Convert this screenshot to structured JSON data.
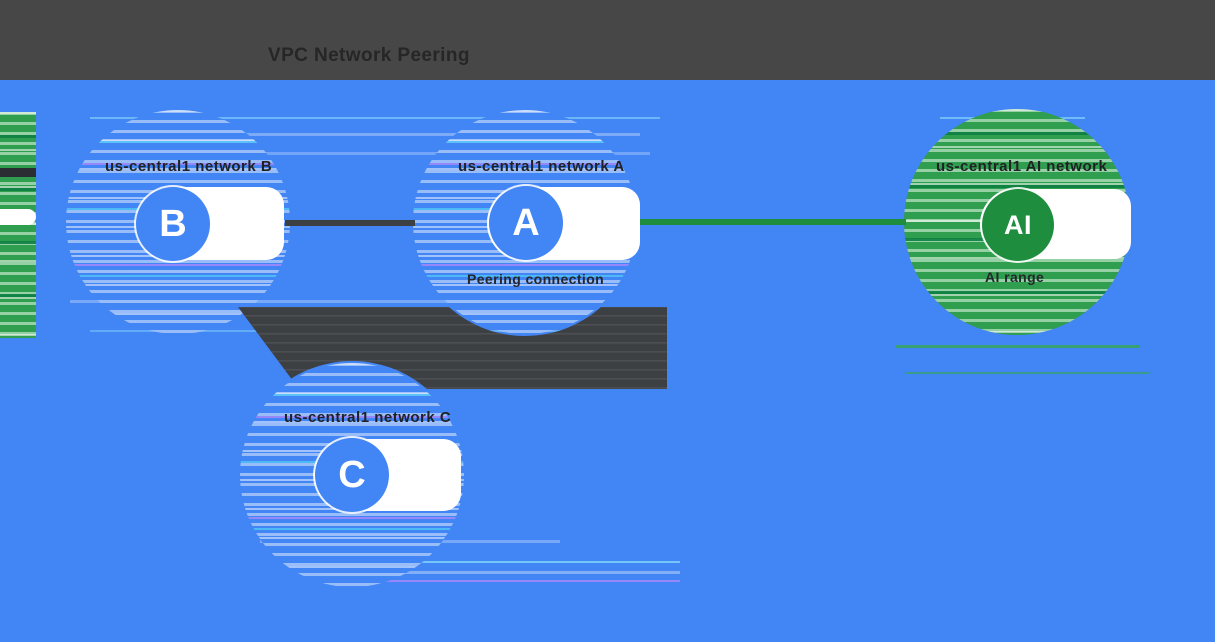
{
  "header": {
    "title": "VPC Network Peering"
  },
  "colors": {
    "background": "#4285f4",
    "header_bar": "#474747",
    "title_text": "#262626",
    "label_text": "#202124",
    "customer_network": "#4285f4",
    "google_network": "#1e8e3e",
    "dark_shape": "#3d4043"
  },
  "networks": {
    "b": {
      "letter": "B",
      "label": "us-central1 network B"
    },
    "a": {
      "letter": "A",
      "label": "us-central1 network A",
      "sublabel": "Peering connection"
    },
    "c": {
      "letter": "C",
      "label": "us-central1 network C"
    },
    "ai": {
      "letter": "AI",
      "label": "us-central1 AI network",
      "sublabel": "AI range"
    }
  },
  "connections": [
    {
      "from": "B",
      "to": "A",
      "style": "dark-line",
      "color": "#3d4043"
    },
    {
      "from": "A",
      "to": "AI",
      "style": "green-line",
      "color": "#1e8e3e"
    },
    {
      "from": "B",
      "to": "C",
      "style": "dark-shape",
      "color": "#3d4043"
    },
    {
      "from": "A",
      "to": "C",
      "style": "dark-shape",
      "color": "#3d4043"
    }
  ]
}
